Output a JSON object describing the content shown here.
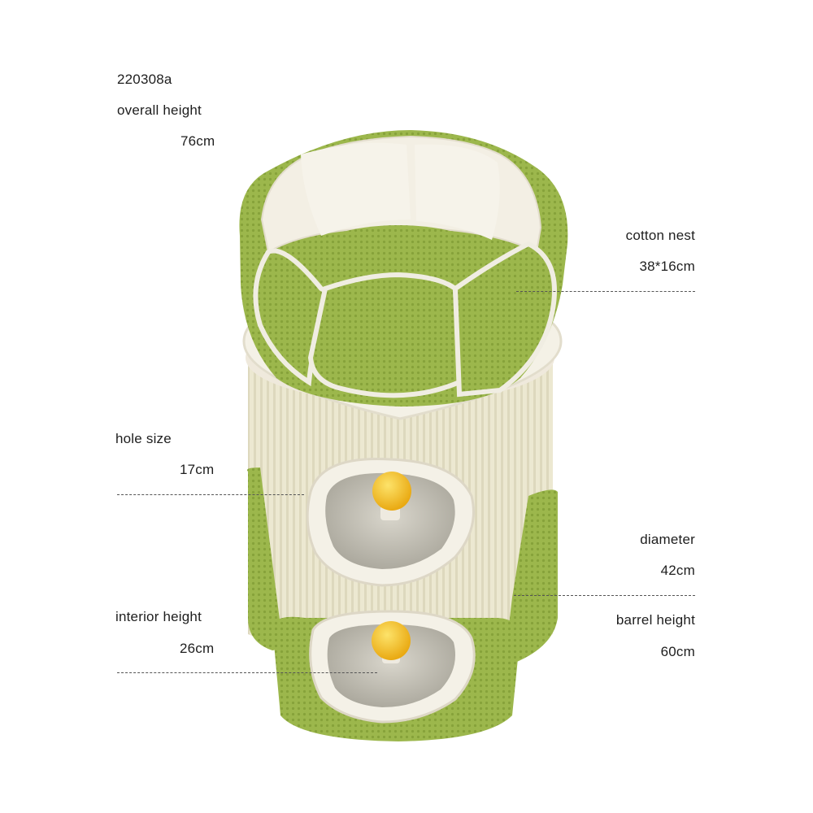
{
  "model_code": "220308a",
  "overall_height": {
    "label": "overall height",
    "value": "76cm"
  },
  "cotton_nest": {
    "label": "cotton nest",
    "value": "38*16cm"
  },
  "hole_size": {
    "label": "hole size",
    "value": "17cm"
  },
  "diameter": {
    "label": "diameter",
    "value": "42cm"
  },
  "interior_height": {
    "label": "interior height",
    "value": "26cm"
  },
  "barrel_height": {
    "label": "barrel height",
    "value": "60cm"
  },
  "colors": {
    "green_fabric": "#9ab54a",
    "green_dark": "#7f9a36",
    "plush": "#f3efe3",
    "sisal": "#ebe7cf",
    "hole_inner": "#cfcbbf",
    "ball": "#f4c233"
  }
}
